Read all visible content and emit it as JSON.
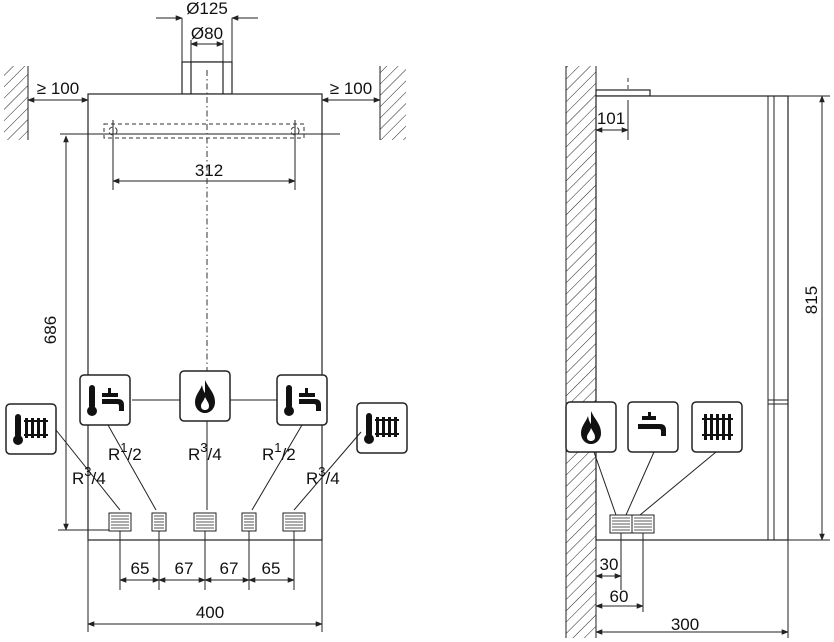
{
  "flue": {
    "outer_diameter": "Ø125",
    "inner_diameter": "Ø80"
  },
  "clearances": {
    "left": "≥ 100",
    "right": "≥ 100"
  },
  "front_view": {
    "bracket_spacing": "312",
    "height_to_bracket": "686",
    "width": "400",
    "spacings": [
      "65",
      "67",
      "67",
      "65"
    ],
    "connections": [
      {
        "label_base": "R",
        "label_sup": "3",
        "label_sub": "/4",
        "icon": "radiator-flow-icon"
      },
      {
        "label_base": "R",
        "label_sup": "1",
        "label_sub": "/2",
        "icon": "hot-water-tap-icon"
      },
      {
        "label_base": "R",
        "label_sup": "3",
        "label_sub": "/4",
        "icon": "gas-flame-icon"
      },
      {
        "label_base": "R",
        "label_sup": "1",
        "label_sub": "/2",
        "icon": "cold-water-tap-icon"
      },
      {
        "label_base": "R",
        "label_sup": "3",
        "label_sub": "/4",
        "icon": "radiator-return-icon"
      }
    ]
  },
  "side_view": {
    "flue_offset": "101",
    "height": "815",
    "pipe_offset_1": "30",
    "pipe_offset_2": "60",
    "depth": "300",
    "icons": [
      "gas-flame-icon",
      "tap-icon",
      "radiator-icon"
    ]
  }
}
